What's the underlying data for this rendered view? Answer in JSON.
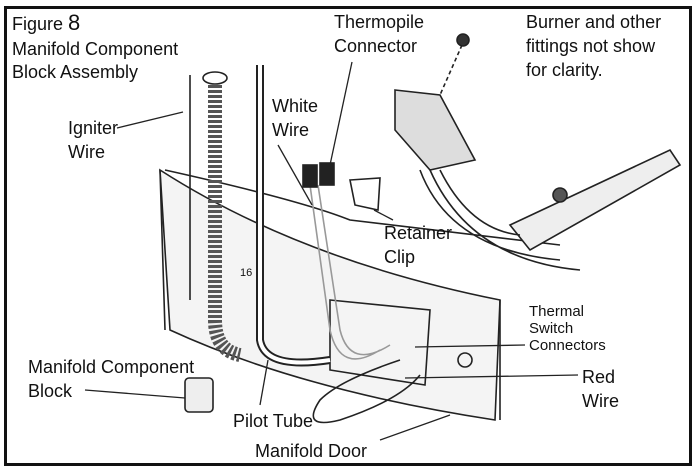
{
  "figure": {
    "prefix": "Figure",
    "number": "8",
    "title_line1": "Manifold Component",
    "title_line2": "Block Assembly"
  },
  "note": {
    "line1": "Burner and other",
    "line2": "fittings not show",
    "line3": "for clarity."
  },
  "labels": {
    "thermopile": [
      "Thermopile",
      "Connector"
    ],
    "igniter": [
      "Igniter",
      "Wire"
    ],
    "white_wire": [
      "White",
      "Wire"
    ],
    "retainer": [
      "Retainer",
      "Clip"
    ],
    "thermal_switch": [
      "Thermal",
      "Switch",
      "Connectors"
    ],
    "red_wire": [
      "Red",
      "Wire"
    ],
    "manifold_block": [
      "Manifold Component",
      "Block"
    ],
    "pilot_tube": "Pilot Tube",
    "manifold_door": "Manifold Door",
    "door_marking": "16"
  }
}
